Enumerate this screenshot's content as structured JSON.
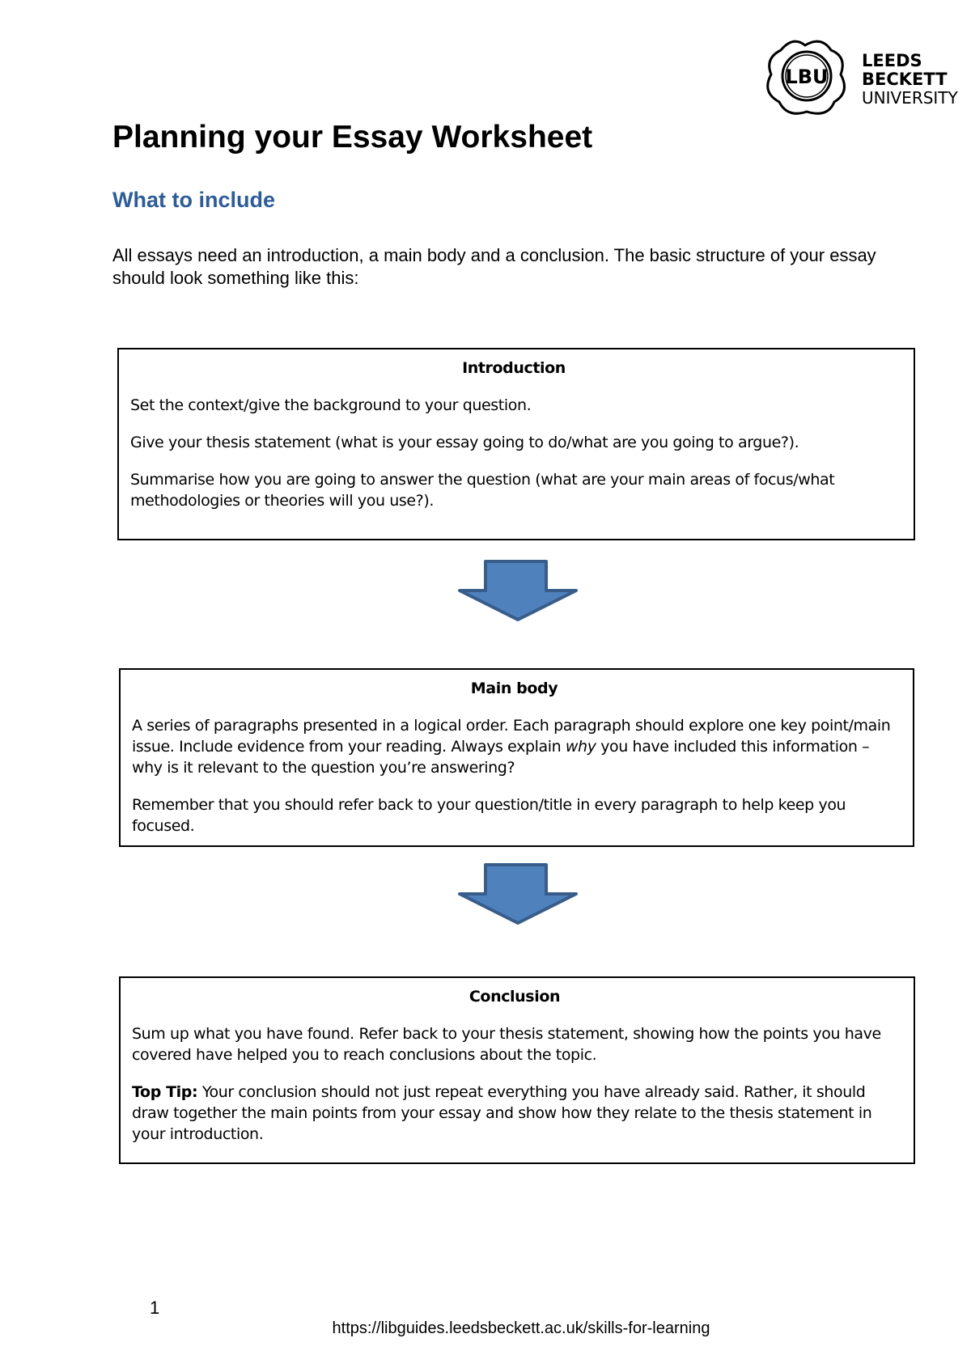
{
  "logo": {
    "text_lines": [
      "LEEDS",
      "BECKETT",
      "UNIVERSITY"
    ],
    "emblem_text": "LBU"
  },
  "title": "Planning your Essay Worksheet",
  "subtitle": "What to include",
  "intro": "All essays need an introduction, a main body and a conclusion. The basic structure of your essay should look something like this:",
  "colors": {
    "subtitle": "#2e5c97",
    "arrow_fill": "#4f81bd",
    "arrow_stroke": "#385d8a"
  },
  "boxes": {
    "introduction": {
      "heading": "Introduction",
      "paragraphs": [
        "Set the context/give the background to your question.",
        "Give your thesis statement (what is your essay going to do/what are you going to argue?).",
        "Summarise how you are going to answer the question (what are your main areas of focus/what methodologies or theories will you use?)."
      ]
    },
    "main_body": {
      "heading": "Main body",
      "p1_before": "A series of paragraphs presented in a logical order. Each paragraph should explore one key point/main issue. Include evidence from your reading. Always explain ",
      "p1_emphasis": "why",
      "p1_after": " you have included this information – why is it relevant to the question you’re answering?",
      "p2": "Remember that you should refer back to your question/title in every paragraph to help keep you focused."
    },
    "conclusion": {
      "heading": "Conclusion",
      "p1": "Sum up what you have found. Refer back to your thesis statement, showing how the points you have covered have helped you to reach conclusions about the topic.",
      "tip_label": "Top Tip:",
      "tip_text": " Your conclusion should not just repeat everything you have already said. Rather, it should draw together the main points from your essay and show how they relate to the thesis statement in your introduction."
    }
  },
  "footer": {
    "page_number": "1",
    "url": "https://libguides.leedsbeckett.ac.uk/skills-for-learning"
  }
}
